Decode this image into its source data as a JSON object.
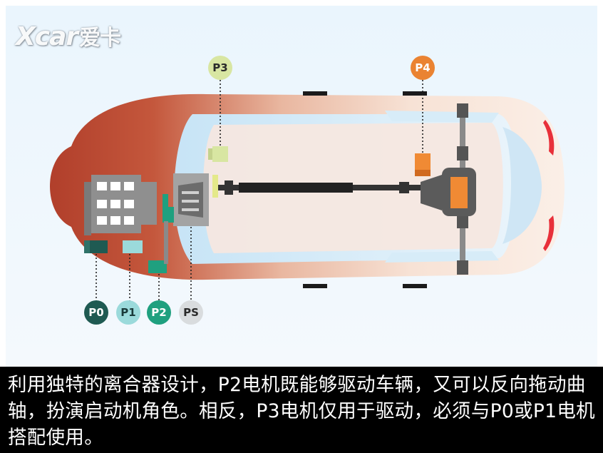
{
  "logo": {
    "brand": "Xcar",
    "sub": "爱卡"
  },
  "labels": {
    "p0": "P0",
    "p1": "P1",
    "p2": "P2",
    "ps": "PS",
    "p3": "P3",
    "p4": "P4"
  },
  "colors": {
    "p0": "#1f5a52",
    "p1": "#9bdadb",
    "p2": "#1fa07f",
    "ps": "#d9dcde",
    "p3": "#d8e6a2",
    "p4": "#ea8332",
    "car_front": "#b74a33",
    "car_rear": "#fbece3",
    "caption_bg": "#000000"
  },
  "caption": "利用独特的离合器设计，P2电机既能够驱动车辆，又可以反向拖动曲轴，扮演启动机角色。相反，P3电机仅用于驱动，必须与P0或P1电机搭配使用。"
}
